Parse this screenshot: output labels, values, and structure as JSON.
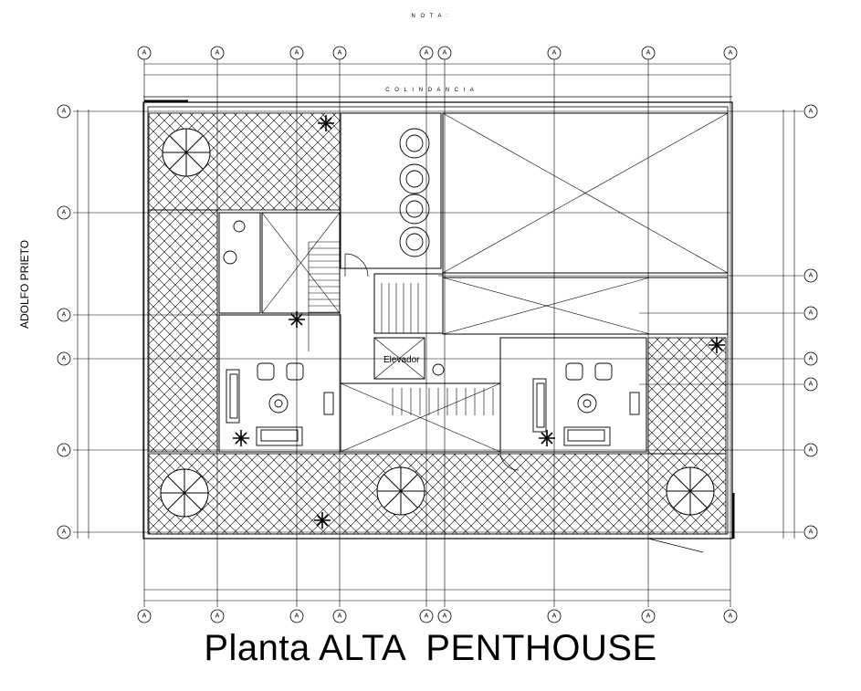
{
  "drawing": {
    "title": "Planta ALTA  PENTHOUSE",
    "neighbor_label": "ADOLFO PRIETO",
    "note_heading": "N O T A :",
    "boundary_label": "C O L I N D A N C I A",
    "elevator_label": "Elevador"
  },
  "grid_axes": {
    "column_labels": [
      "A",
      "A",
      "A",
      "A",
      "A",
      "A",
      "A",
      "A",
      "A"
    ],
    "row_labels": [
      "A",
      "A",
      "A",
      "A",
      "A",
      "A"
    ],
    "right_row_labels": [
      "A",
      "A",
      "A",
      "A",
      "A",
      "A",
      "A"
    ]
  },
  "colors": {
    "line": "#000000",
    "background": "#ffffff"
  }
}
